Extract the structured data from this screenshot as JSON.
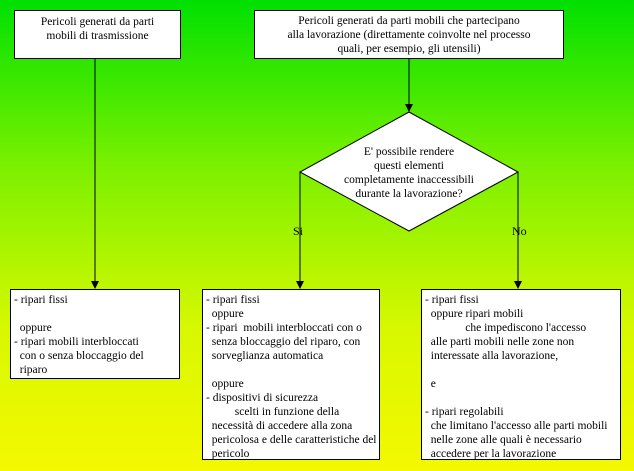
{
  "box_trasmissione": [
    "Pericoli generati da parti",
    "mobili di trasmissione"
  ],
  "box_lavorazione": [
    "Pericoli generati da parti mobili che partecipano",
    "alla lavorazione (direttamente coinvolte nel processo",
    "quali, per esempio, gli utensili)"
  ],
  "decision": [
    "E' possibile rendere",
    "questi elementi",
    "completamente inaccessibili",
    "durante la lavorazione?"
  ],
  "label_yes": "Si",
  "label_no": "No",
  "box_left": [
    "- ripari fissi",
    "",
    "  oppure",
    "- ripari mobili interbloccati",
    "  con o senza bloccaggio del",
    "  riparo"
  ],
  "box_middle": [
    "- ripari fissi",
    "  oppure",
    "- ripari  mobili interbloccati con o",
    "  senza bloccaggio del riparo, con",
    "  sorveglianza automatica",
    "",
    "  oppure",
    "- dispositivi di sicurezza",
    "          scelti in funzione della",
    "  necessità di accedere alla zona",
    "  pericolosa e delle caratteristiche del",
    "  pericolo"
  ],
  "box_right": [
    "- ripari fissi",
    "  oppure ripari mobili",
    "              che impediscono l'accesso",
    "  alle parti mobili nelle zone non",
    "  interessate alla lavorazione,",
    "",
    "  e",
    "",
    "- ripari regolabili",
    "  che limitano l'accesso alle parti mobili",
    "  nelle zone alle quali è necessario",
    "  accedere per la lavorazione"
  ]
}
